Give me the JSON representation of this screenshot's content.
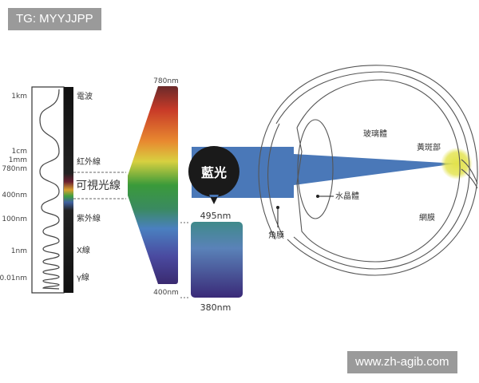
{
  "watermarks": {
    "top_left": "TG: MYYJJPP",
    "bottom_right": "www.zh-agib.com"
  },
  "spectrum": {
    "scale_labels": [
      "1km",
      "1cm",
      "1mm",
      "780nm",
      "400nm",
      "100nm",
      "1nm",
      "0.01nm"
    ],
    "band_labels": [
      "電波",
      "紅外線",
      "可視光線",
      "紫外線",
      "X線",
      "γ線"
    ]
  },
  "visible": {
    "top": "780nm",
    "bottom": "400nm"
  },
  "blue_light": {
    "label": "藍光",
    "top": "495nm",
    "bottom": "380nm"
  },
  "eye": {
    "vitreous": "玻璃體",
    "macula": "黃斑部",
    "lens": "水晶體",
    "retina": "網膜",
    "cornea": "角膜"
  },
  "colors": {
    "beam": "#4a78b8",
    "macula_glow": "#e2e24a",
    "blue_circle": "#1a1a1a"
  }
}
